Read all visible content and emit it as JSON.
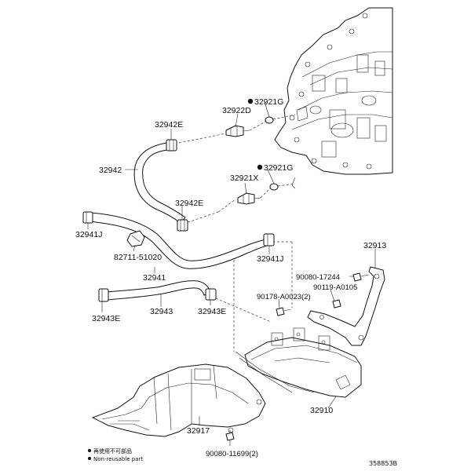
{
  "labels": {
    "p32921g_a": "32921G",
    "p32922d": "32922D",
    "p32942e_a": "32942E",
    "p32942": "32942",
    "p32921g_b": "32921G",
    "p32921x": "32921X",
    "p32942e_b": "32942E",
    "p32941j_a": "32941J",
    "p82711": "82711-51020",
    "p32941j_b": "32941J",
    "p32941": "32941",
    "p32913": "32913",
    "p90080_17244": "90080-17244",
    "p90119": "90119-A0105",
    "p90178": "90178-A0023(2)",
    "p32943": "32943",
    "p32943e_a": "32943E",
    "p32943e_b": "32943E",
    "p32910": "32910",
    "p32917": "32917",
    "p90080_11699": "90080-11699(2)"
  },
  "legend": {
    "jp": "再使用不可部品",
    "en": "Non-reusable part"
  },
  "diagram_id": "358853B"
}
